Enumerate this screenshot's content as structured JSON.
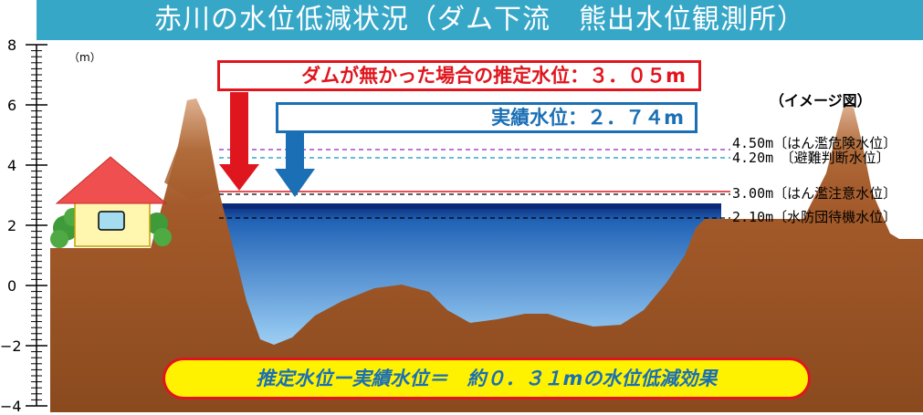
{
  "title": "赤川の水位低減状況（ダム下流　熊出水位観測所）",
  "axis": {
    "unit": "（m）",
    "ticks": [
      "8",
      "6",
      "4",
      "2",
      "0",
      "−2",
      "−4"
    ]
  },
  "estimated_box": {
    "label": "ダムが無かった場合の推定水位：３．０５m"
  },
  "actual_box": {
    "label": "実績水位：２．７４m"
  },
  "image_note": "（イメージ図）",
  "levels": [
    {
      "label": "4.50m〔はん濫危険水位〕",
      "color": "#a04cc8"
    },
    {
      "label": "4.20m　〔避難判断水位〕",
      "color": "#37a7c8"
    },
    {
      "label": "3.00m〔はん濫注意水位〕",
      "color": "#e0161e"
    },
    {
      "label": "2.10m〔水防団待機水位〕",
      "color": "#000000"
    }
  ],
  "effect_text": "推定水位ー実績水位＝　約０．３１mの水位低減効果",
  "colors": {
    "title_bar": "#37a7c8",
    "ground": "#a45a2a",
    "water_top": "#0a2a78",
    "water_bottom": "#e8f4ff",
    "estimate": "#e0161e",
    "actual": "#1a6fb5",
    "effect_bg": "#fff200"
  }
}
